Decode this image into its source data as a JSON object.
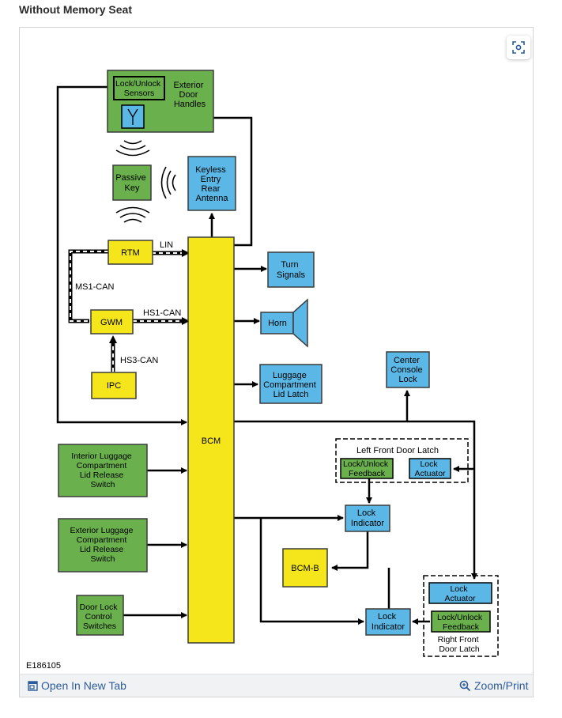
{
  "heading": "Without Memory Seat",
  "figure_id": "E186105",
  "footer": {
    "open_tab": "Open In New Tab",
    "zoom_print": "Zoom/Print"
  },
  "colors": {
    "green": "#6ab04c",
    "blue": "#5bb8e6",
    "yellow": "#f5e61b",
    "line": "#000000"
  },
  "diagram": {
    "exterior_door_handles": [
      "Exterior",
      "Door",
      "Handles"
    ],
    "lock_unlock_sensors": [
      "Lock/Unlock",
      "Sensors"
    ],
    "passive_key": [
      "Passive",
      "Key"
    ],
    "keyless_antenna": [
      "Keyless",
      "Entry",
      "Rear",
      "Antenna"
    ],
    "rtm": "RTM",
    "gwm": "GWM",
    "ipc": "IPC",
    "lin": "LIN",
    "ms1_can": "MS1-CAN",
    "hs1_can": "HS1-CAN",
    "hs3_can": "HS3-CAN",
    "bcm": "BCM",
    "turn_signals": [
      "Turn",
      "Signals"
    ],
    "horn": "Horn",
    "luggage_latch": [
      "Luggage",
      "Compartment",
      "Lid Latch"
    ],
    "center_console_lock": [
      "Center",
      "Console",
      "Lock"
    ],
    "left_front_door_latch": "Left Front Door Latch",
    "lf_feedback": [
      "Lock/Unlock",
      "Feedback"
    ],
    "lf_actuator": [
      "Lock",
      "Actuator"
    ],
    "interior_release": [
      "Interior Luggage",
      "Compartment",
      "Lid Release",
      "Switch"
    ],
    "exterior_release": [
      "Exterior Luggage",
      "Compartment",
      "Lid Release",
      "Switch"
    ],
    "door_lock_switches": [
      "Door Lock",
      "Control",
      "Switches"
    ],
    "lock_indicator_1": [
      "Lock",
      "Indicator"
    ],
    "lock_indicator_2": [
      "Lock",
      "Indicator"
    ],
    "bcm_b": "BCM-B",
    "rf_actuator": [
      "Lock",
      "Actuator"
    ],
    "rf_feedback": [
      "Lock/Unlock",
      "Feedback"
    ],
    "right_front_door_latch": [
      "Right Front",
      "Door Latch"
    ]
  }
}
